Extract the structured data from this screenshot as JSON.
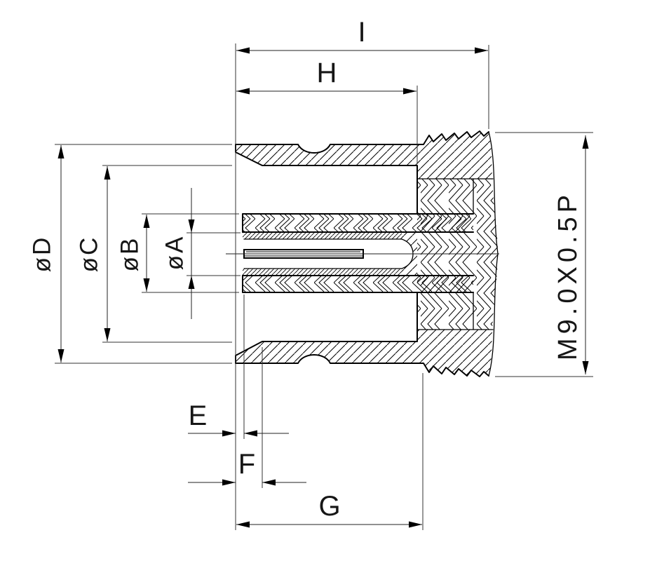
{
  "drawing": {
    "type": "technical-cross-section",
    "labels": {
      "i": "I",
      "h": "H",
      "d": "øD",
      "c": "øC",
      "b": "øB",
      "a": "øA",
      "e": "E",
      "f": "F",
      "g": "G",
      "thread": "M9.0X0.5P"
    },
    "colors": {
      "line": "#000000",
      "dimension_line": "#2a2a2a",
      "background": "#ffffff"
    }
  }
}
